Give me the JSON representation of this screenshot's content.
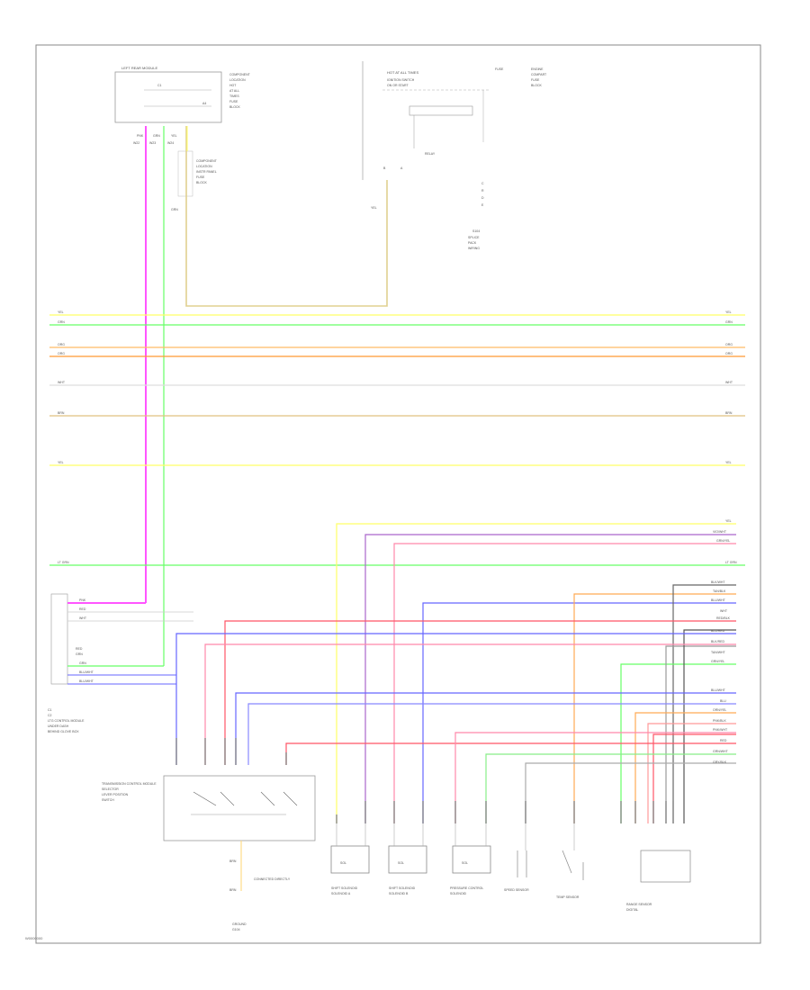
{
  "diagram": {
    "footer_code": "W0000000",
    "bus_wires": [
      {
        "label": "YEL",
        "color": "#ffff66"
      },
      {
        "label": "GRN",
        "color": "#66ff66"
      },
      {
        "label": "ORG",
        "color": "#ffbb66"
      },
      {
        "label": "ORG",
        "color": "#ff9933"
      },
      {
        "label": "WHT",
        "color": "#dddddd"
      },
      {
        "label": "BRN",
        "color": "#e0c080"
      },
      {
        "label": "YEL",
        "color": "#ffff66"
      },
      {
        "label": "LT GRN",
        "color": "#66ff66"
      }
    ],
    "components": {
      "top_left_module": "LEFT REAR MODULE",
      "top_center_module": "HOT AT ALL TIMES",
      "tcm": "LTG CONTROL MODULE",
      "switch_unit": "TRANSMISSION CONTROL MODULE",
      "solenoid_1": "SHIFT SOLENOID",
      "solenoid_2": "SHIFT SOLENOID",
      "solenoid_3": "PRESSURE CONTROL",
      "sensor_1": "SPEED SENSOR",
      "sensor_2": "TEMP SENSOR",
      "sensor_3": "RANGE SENSOR",
      "ground": "GROUND"
    }
  }
}
